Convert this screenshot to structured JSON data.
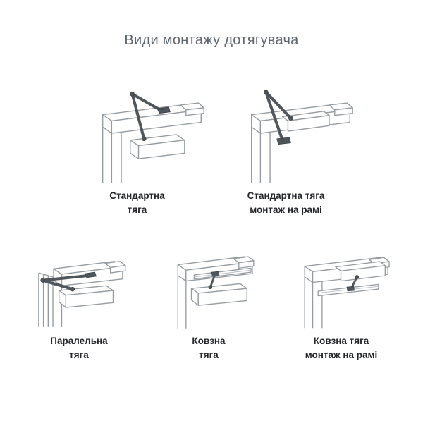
{
  "title": "Види монтажу дотягувача",
  "figures": [
    {
      "line1": "Стандартна",
      "line2": "тяга"
    },
    {
      "line1": "Стандартна тяга",
      "line2": "монтаж на рамі"
    },
    {
      "line1": "Паралельна",
      "line2": "тяга"
    },
    {
      "line1": "Ковзна",
      "line2": "тяга"
    },
    {
      "line1": "Ковзна тяга",
      "line2": "монтаж на рамі"
    }
  ],
  "colors": {
    "title_text": "#5c666e",
    "caption_text": "#24262a",
    "line_art": "#959ca1",
    "arm_dark": "#4f565c"
  }
}
